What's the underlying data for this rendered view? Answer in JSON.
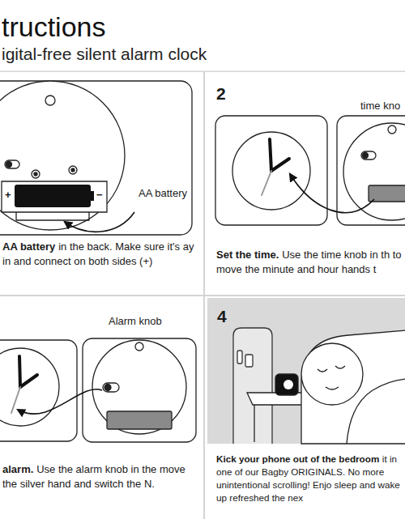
{
  "diagram": {
    "title": "tructions",
    "nodes": [
      {
        "text": [
          "AA battery",
          "AA battery",
          "in the back. Make sure it's ay in and connect on both sides (+)"
        ]
      },
      {
        "text": [
          "2",
          "time kno",
          "Set the time.",
          "Use the time knob in th to move the minute and hour hands t"
        ]
      },
      {
        "text": [
          "Alarm knob",
          "alarm.",
          "Use the alarm knob in the move the silver hand and switch the N."
        ]
      },
      {
        "text": [
          "4",
          "Kick your phone out of the bedroom",
          "it in one of our Bagby ORIGINALS. No more unintentional scrolling! Enjo sleep and wake up refreshed the nex"
        ]
      }
    ],
    "labels": [
      "igital-free silent alarm clock",
      "+",
      "−"
    ]
  }
}
